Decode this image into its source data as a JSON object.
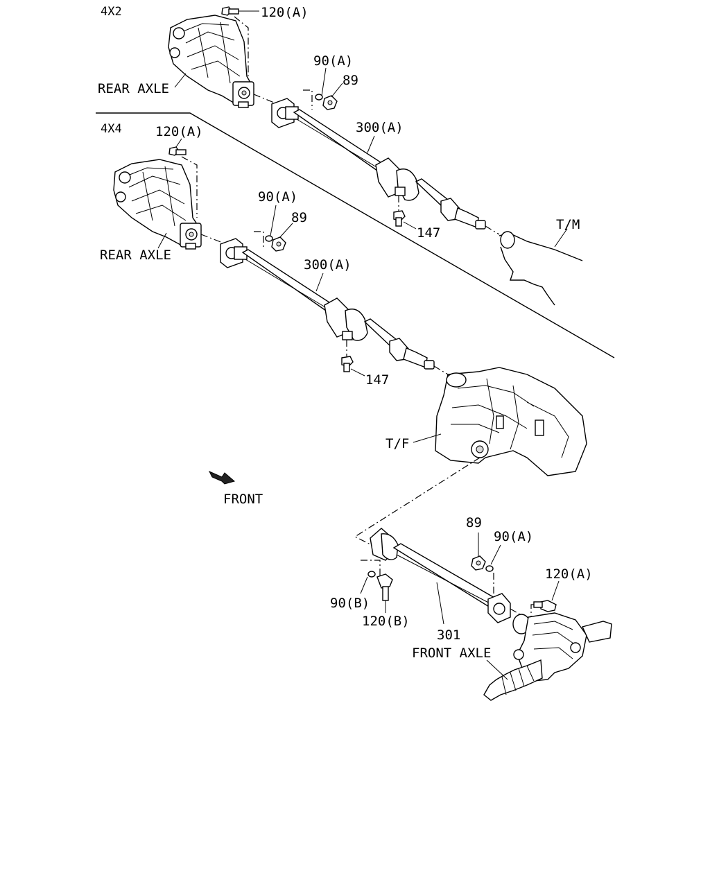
{
  "sections": {
    "four_by_two": "4X2",
    "four_by_four": "4X4"
  },
  "labels": {
    "rear_axle_top": "REAR AXLE",
    "rear_axle_mid": "REAR AXLE",
    "front_axle": "FRONT AXLE",
    "tm": "T/M",
    "tf": "T/F",
    "front": "FRONT"
  },
  "callouts": {
    "top_120a": "120(A)",
    "top_90a": "90(A)",
    "top_89": "89",
    "top_300a": "300(A)",
    "top_147": "147",
    "mid_120a": "120(A)",
    "mid_90a": "90(A)",
    "mid_89": "89",
    "mid_300a": "300(A)",
    "mid_147": "147",
    "bot_89": "89",
    "bot_90a": "90(A)",
    "bot_120a": "120(A)",
    "bot_90b": "90(B)",
    "bot_120b": "120(B)",
    "bot_301": "301"
  }
}
